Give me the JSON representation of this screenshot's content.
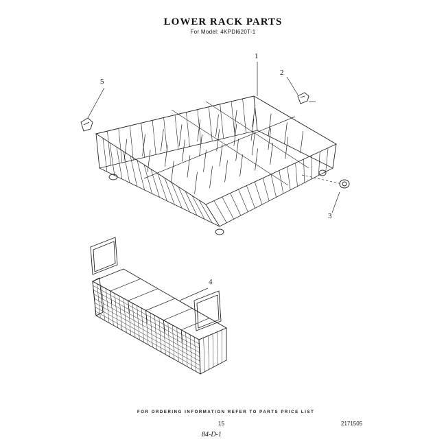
{
  "header": {
    "title": "LOWER RACK PARTS",
    "subtitle": "For Model: 4KPDI620T-1"
  },
  "callouts": [
    {
      "id": "1",
      "label": "1"
    },
    {
      "id": "2",
      "label": "2"
    },
    {
      "id": "3",
      "label": "3"
    },
    {
      "id": "4",
      "label": "4"
    },
    {
      "id": "5",
      "label": "5"
    }
  ],
  "footer": {
    "ordering_note": "FOR ORDERING INFORMATION REFER TO PARTS PRICE LIST",
    "page_number": "15",
    "doc_number": "2171505",
    "handwritten": "84-D-1"
  }
}
